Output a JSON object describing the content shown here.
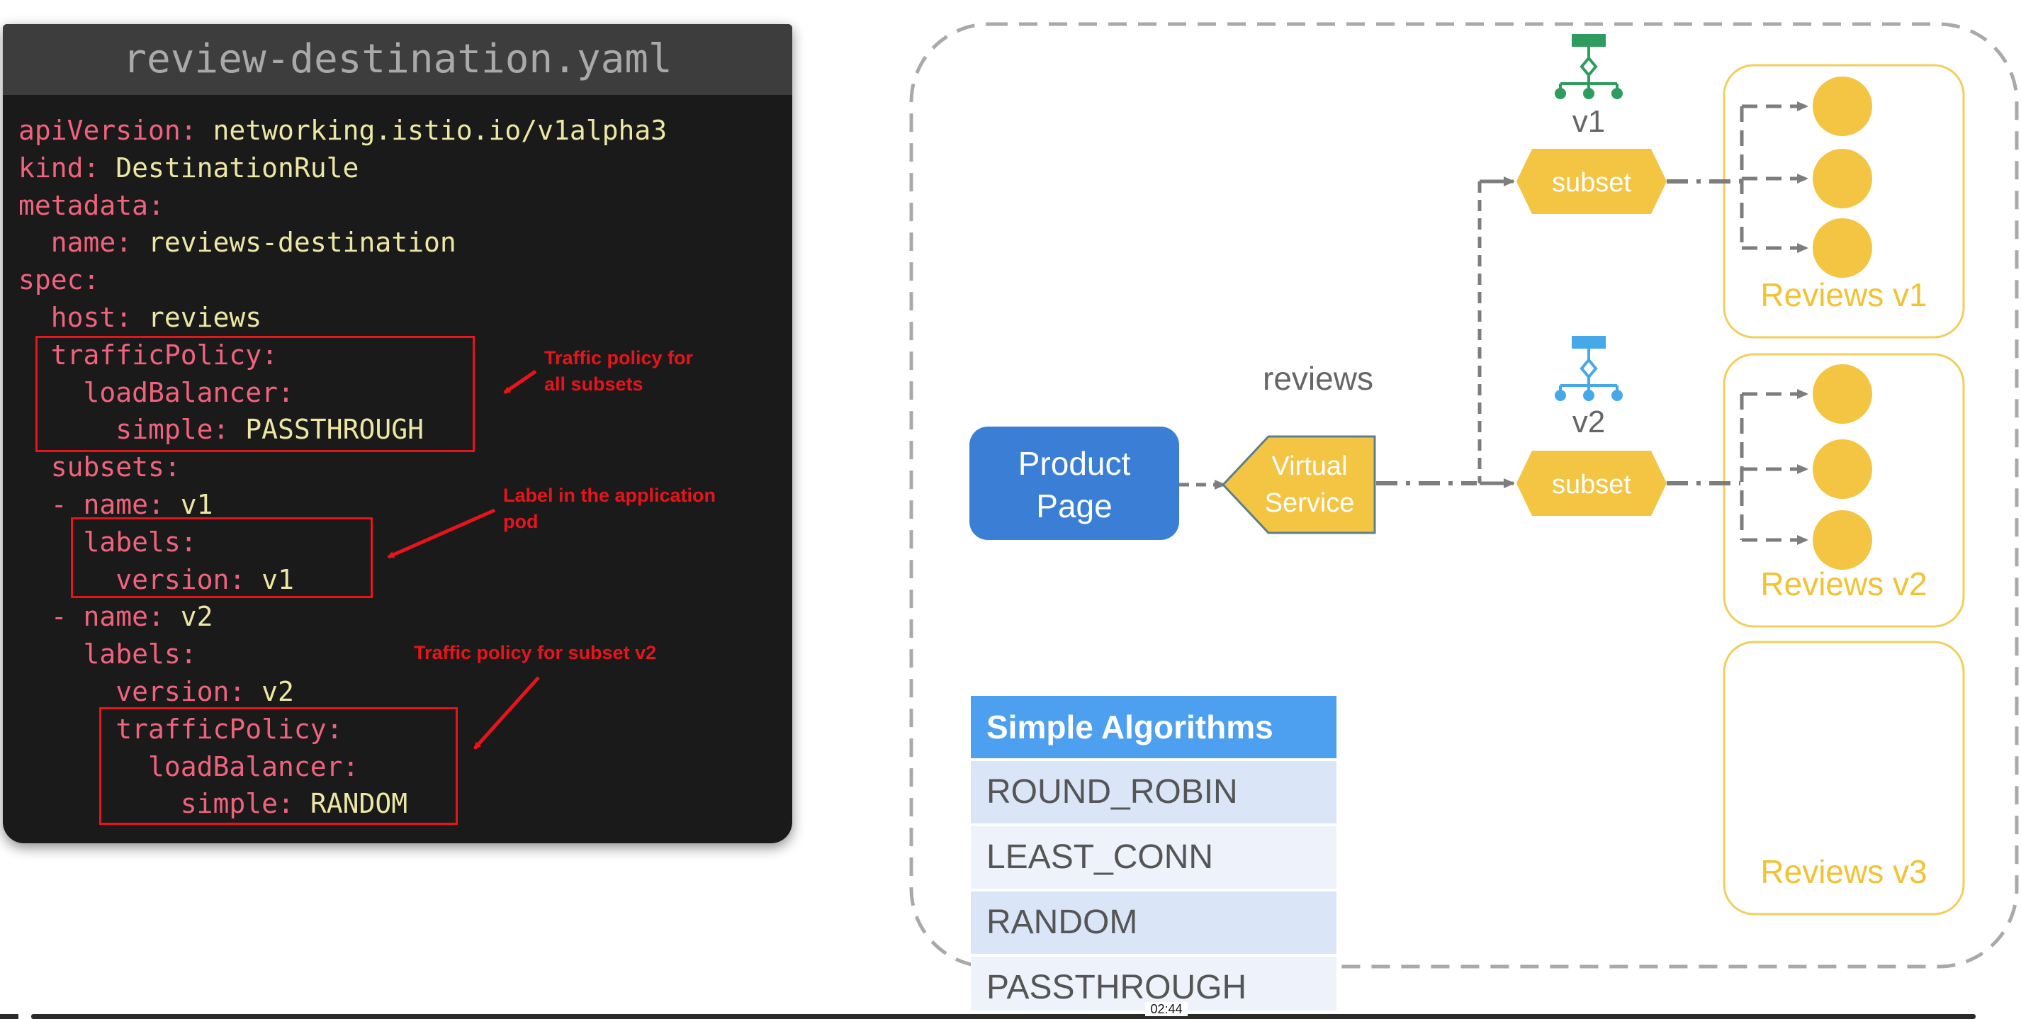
{
  "code": {
    "filename": "review-destination.yaml",
    "lines": [
      {
        "key": "apiVersion:",
        "value": " networking.istio.io/v1alpha3"
      },
      {
        "key": "kind:",
        "value": " DestinationRule"
      },
      {
        "key": "metadata:",
        "value": ""
      },
      {
        "key": "  name:",
        "value": " reviews-destination"
      },
      {
        "key": "spec:",
        "value": ""
      },
      {
        "key": "  host:",
        "value": " reviews"
      },
      {
        "key": "  trafficPolicy:",
        "value": ""
      },
      {
        "key": "    loadBalancer:",
        "value": ""
      },
      {
        "key": "      simple:",
        "value": " PASSTHROUGH"
      },
      {
        "key": "  subsets:",
        "value": ""
      },
      {
        "key": "  - name:",
        "value": " v1"
      },
      {
        "key": "    labels:",
        "value": ""
      },
      {
        "key": "      version:",
        "value": " v1"
      },
      {
        "key": "  - name:",
        "value": " v2"
      },
      {
        "key": "    labels:",
        "value": ""
      },
      {
        "key": "      version:",
        "value": " v2"
      },
      {
        "key": "      trafficPolicy:",
        "value": ""
      },
      {
        "key": "        loadBalancer:",
        "value": ""
      },
      {
        "key": "          simple:",
        "value": " RANDOM"
      }
    ]
  },
  "annotations": {
    "all_subsets": [
      "Traffic policy for",
      "all subsets"
    ],
    "app_label": [
      "Label in the application",
      "pod"
    ],
    "subset_v2": [
      "Traffic policy for subset v2"
    ]
  },
  "diagram": {
    "product_page": [
      "Product",
      "Page"
    ],
    "virtual_service": [
      "Virtual",
      "Service"
    ],
    "service_name": "reviews",
    "subset_label": "subset",
    "v1_label": "v1",
    "v2_label": "v2",
    "reviews_v1": "Reviews v1",
    "reviews_v2": "Reviews v2",
    "reviews_v3": "Reviews v3",
    "colors": {
      "product_page": "#3a7fd5",
      "subset": "#f4c542",
      "pod": "#f4c542",
      "v1_icon": "#2e9b5f",
      "v2_icon": "#45a8e8",
      "connector": "#7d7d7d"
    }
  },
  "table": {
    "header": "Simple Algorithms",
    "rows": [
      "ROUND_ROBIN",
      "LEAST_CONN",
      "RANDOM",
      "PASSTHROUGH"
    ]
  },
  "player": {
    "time": "02:44"
  }
}
